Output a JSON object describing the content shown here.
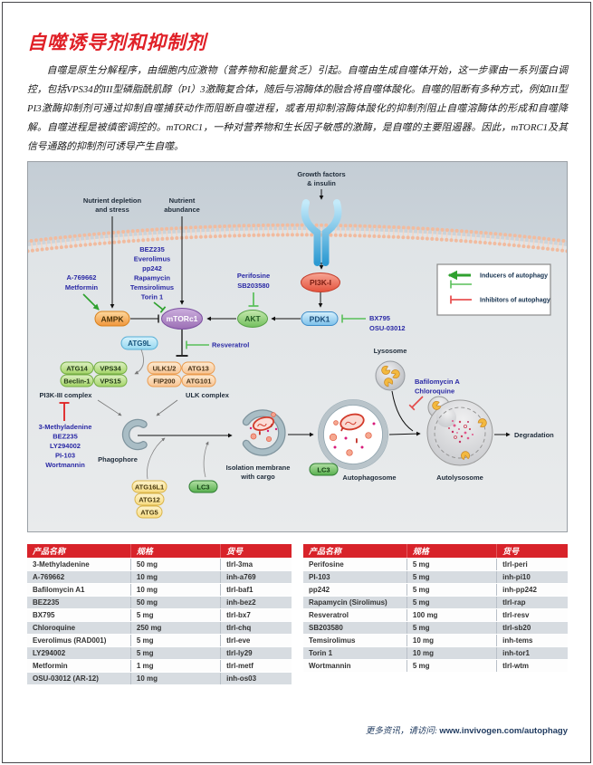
{
  "page": {
    "title": "自噬诱导剂和抑制剂",
    "intro": "自噬是原生分解程序，由细胞内应激物（营养物和能量贫乏）引起。自噬由生成自噬体开始，这一步骤由一系列蛋白调控，包括VPS34的III型磷脂酰肌醇（PI）3激酶复合体，随后与溶酶体的融合将自噬体酸化。自噬的阻断有多种方式，例如III型PI3激酶抑制剂可通过抑制自噬捕获动作而阻断自噬进程，或者用抑制溶酶体酸化的抑制剂阻止自噬溶酶体的形成和自噬降解。自噬进程是被缜密调控的。mTORC1，一种对营养物和生长因子敏感的激酶，是自噬的主要阻遏器。因此，mTORC1及其信号通路的抑制剂可诱导产生自噬。",
    "footer_prefix": "更多资讯，请访问: ",
    "footer_url": "www.invivogen.com/autophagy"
  },
  "diagram": {
    "stimuli": {
      "nutrient_depletion_1": "Nutrient depletion",
      "nutrient_depletion_2": "and stress",
      "nutrient_abundance_1": "Nutrient",
      "nutrient_abundance_2": "abundance",
      "growth_factors_1": "Growth factors",
      "growth_factors_2": "& insulin"
    },
    "nodes": {
      "ampk": "AMPK",
      "mtorc1": "mTORc1",
      "akt": "AKT",
      "pi3k1": "PI3K-I",
      "pdk1": "PDK1",
      "atg9l": "ATG9L",
      "atg14": "ATG14",
      "vps34": "VPS34",
      "beclin1": "Beclin-1",
      "vps15": "VPS15",
      "ulk12": "ULK1/2",
      "atg13": "ATG13",
      "fip200": "FIP200",
      "atg101": "ATG101",
      "atg16l1": "ATG16L1",
      "atg12": "ATG12",
      "atg5": "ATG5",
      "lc3": "LC3"
    },
    "drugs": {
      "ampk_activators": [
        "A-769662",
        "Metformin"
      ],
      "mtor_inhibitors": [
        "BEZ235",
        "Everolimus",
        "pp242",
        "Rapamycin",
        "Temsirolimus",
        "Torin 1"
      ],
      "akt_inhibitors": [
        "Perifosine",
        "SB203580"
      ],
      "pdk1_inhibitors": [
        "BX795",
        "OSU-03012"
      ],
      "resveratrol": "Resveratrol",
      "pi3k3_inhibitors": [
        "3-Methyladenine",
        "BEZ235",
        "LY294002",
        "PI-103",
        "Wortmannin"
      ],
      "lysosome_inhibitors": [
        "Bafilomycin A",
        "Chloroquine"
      ]
    },
    "structures": {
      "pi3k3_complex": "PI3K-III complex",
      "ulk_complex": "ULK complex",
      "phagophore": "Phagophore",
      "isolation_membrane_1": "Isolation membrane",
      "isolation_membrane_2": "with cargo",
      "autophagosome": "Autophagosome",
      "lysosome": "Lysosome",
      "autolysosome": "Autolysosome",
      "degradation": "Degradation"
    },
    "legend": {
      "inducers": "Inducers of autophagy",
      "inhibitors": "Inhibitors of autophagy"
    },
    "colors": {
      "inducer_green": "#2fa12f",
      "inhibitor_red": "#e84545",
      "drug_blue": "#2a29a5"
    }
  },
  "tables": {
    "headers": [
      "产品名称",
      "规格",
      "货号"
    ],
    "left_rows": [
      [
        "3-Methyladenine",
        "50 mg",
        "tlrl-3ma"
      ],
      [
        "A-769662",
        "10 mg",
        "inh-a769"
      ],
      [
        "Bafilomycin A1",
        "10 mg",
        "tlrl-baf1"
      ],
      [
        "BEZ235",
        "50 mg",
        "inh-bez2"
      ],
      [
        "BX795",
        "5 mg",
        "tlrl-bx7"
      ],
      [
        "Chloroquine",
        "250 mg",
        "tlrl-chq"
      ],
      [
        "Everolimus (RAD001)",
        "5 mg",
        "tlrl-eve"
      ],
      [
        "LY294002",
        "5 mg",
        "tlrl-ly29"
      ],
      [
        "Metformin",
        "1 mg",
        "tlrl-metf"
      ],
      [
        "OSU-03012 (AR-12)",
        "10 mg",
        "inh-os03"
      ]
    ],
    "right_rows": [
      [
        "Perifosine",
        "5 mg",
        "tlrl-peri"
      ],
      [
        "PI-103",
        "5 mg",
        "inh-pi10"
      ],
      [
        "pp242",
        "5 mg",
        "inh-pp242"
      ],
      [
        "Rapamycin (Sirolimus)",
        "5 mg",
        "tlrl-rap"
      ],
      [
        "Resveratrol",
        "100 mg",
        "tlrl-resv"
      ],
      [
        "SB203580",
        "5 mg",
        "tlrl-sb20"
      ],
      [
        "Temsirolimus",
        "10 mg",
        "inh-tems"
      ],
      [
        "Torin 1",
        "10 mg",
        "inh-tor1"
      ],
      [
        "Wortmannin",
        "5 mg",
        "tlrl-wtm"
      ]
    ]
  }
}
